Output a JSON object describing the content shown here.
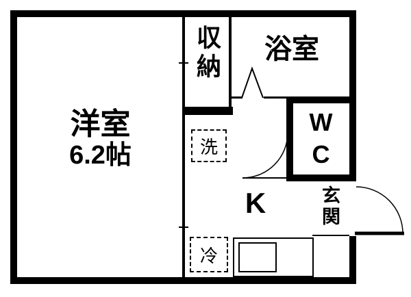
{
  "floorplan": {
    "rooms": {
      "western_room": {
        "label": "洋室",
        "size": "6.2帖"
      },
      "closet": {
        "label": "収納"
      },
      "bathroom": {
        "label": "浴室"
      },
      "wc": {
        "label": "WC"
      },
      "kitchen": {
        "label": "K"
      },
      "entrance": {
        "label": "玄関"
      }
    },
    "fixtures": {
      "washer": {
        "label": "洗"
      },
      "fridge": {
        "label": "冷"
      }
    },
    "colors": {
      "wall": "#000000",
      "background": "#ffffff"
    }
  }
}
